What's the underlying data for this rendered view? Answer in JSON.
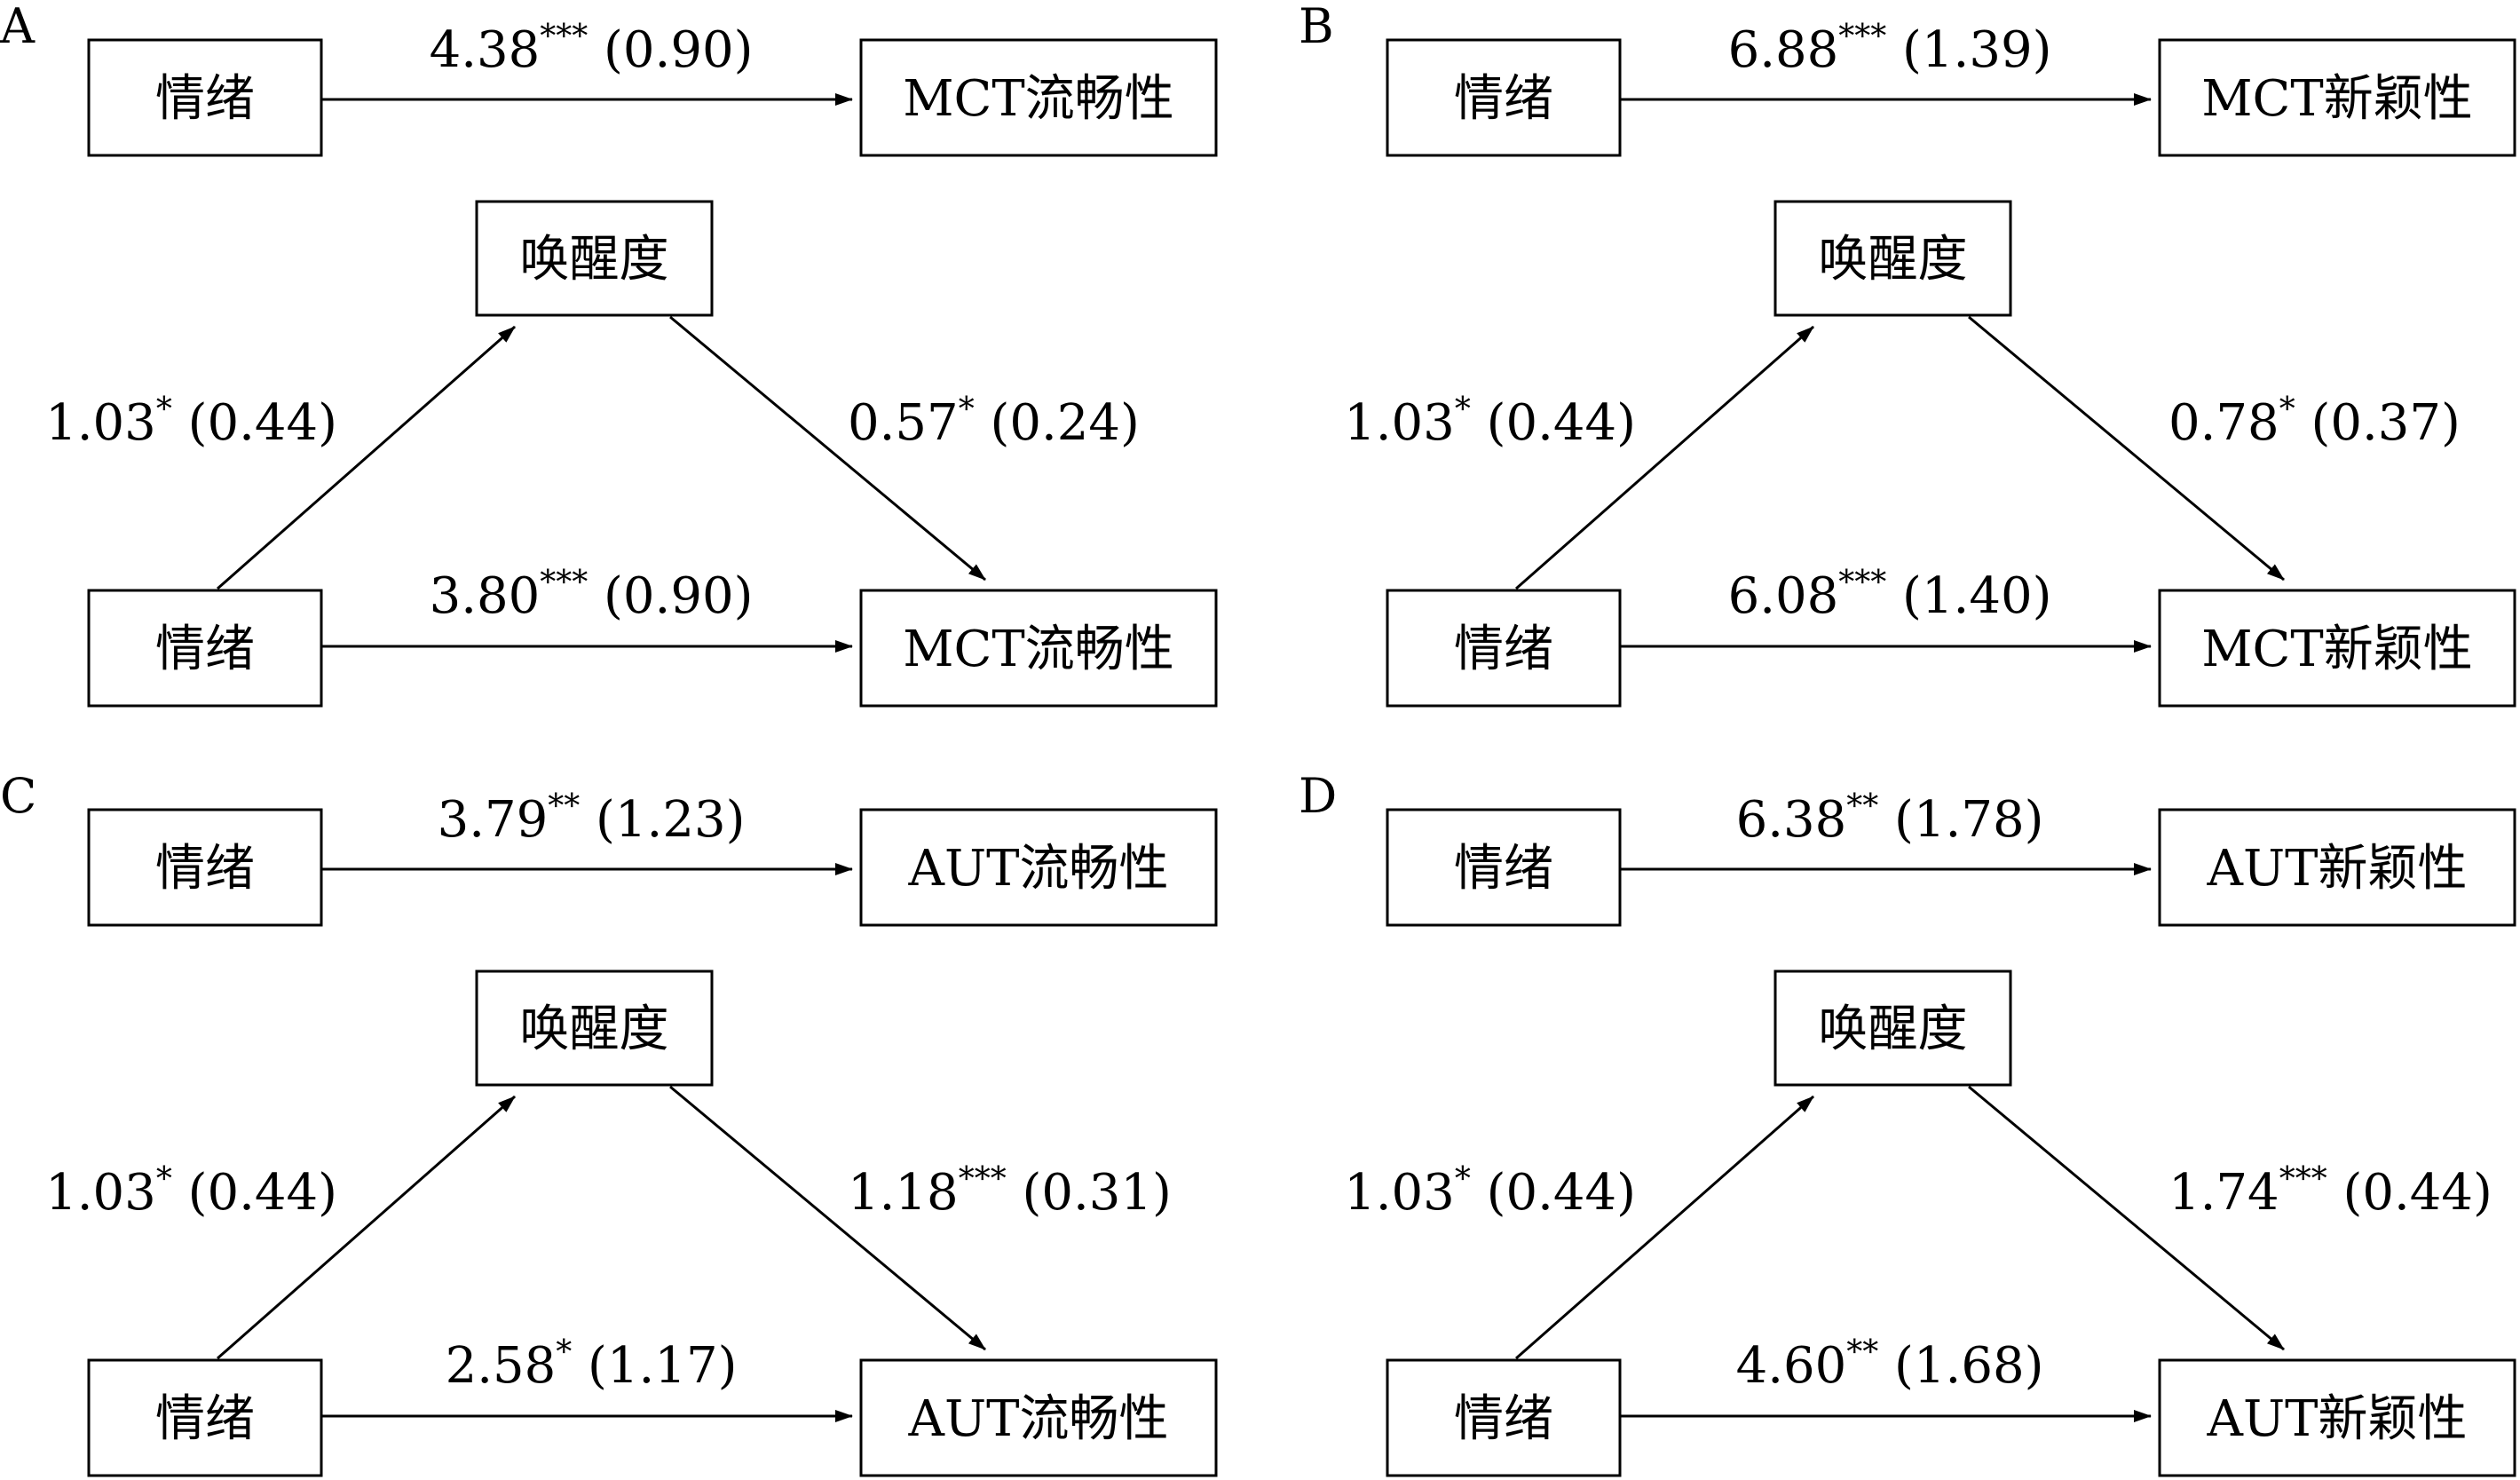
{
  "panels": [
    {
      "label": "A",
      "predictor": "情绪",
      "mediator": "唤醒度",
      "outcome": "MCT流畅性",
      "total": {
        "coef": "4.38",
        "stars": "***",
        "se": "(0.90)"
      },
      "a": {
        "coef": "1.03",
        "stars": "*",
        "se": "(0.44)"
      },
      "b": {
        "coef": "0.57",
        "stars": "*",
        "se": "(0.24)"
      },
      "direct": {
        "coef": "3.80",
        "stars": "***",
        "se": "(0.90)"
      }
    },
    {
      "label": "B",
      "predictor": "情绪",
      "mediator": "唤醒度",
      "outcome": "MCT新颖性",
      "total": {
        "coef": "6.88",
        "stars": "***",
        "se": "(1.39)"
      },
      "a": {
        "coef": "1.03",
        "stars": "*",
        "se": "(0.44)"
      },
      "b": {
        "coef": "0.78",
        "stars": "*",
        "se": "(0.37)"
      },
      "direct": {
        "coef": "6.08",
        "stars": "***",
        "se": "(1.40)"
      }
    },
    {
      "label": "C",
      "predictor": "情绪",
      "mediator": "唤醒度",
      "outcome": "AUT流畅性",
      "total": {
        "coef": "3.79",
        "stars": "**",
        "se": "(1.23)"
      },
      "a": {
        "coef": "1.03",
        "stars": "*",
        "se": "(0.44)"
      },
      "b": {
        "coef": "1.18",
        "stars": "***",
        "se": "(0.31)"
      },
      "direct": {
        "coef": "2.58",
        "stars": "*",
        "se": "(1.17)"
      }
    },
    {
      "label": "D",
      "predictor": "情绪",
      "mediator": "唤醒度",
      "outcome": "AUT新颖性",
      "total": {
        "coef": "6.38",
        "stars": "**",
        "se": "(1.78)"
      },
      "a": {
        "coef": "1.03",
        "stars": "*",
        "se": "(0.44)"
      },
      "b": {
        "coef": "1.74",
        "stars": "***",
        "se": "(0.44)"
      },
      "direct": {
        "coef": "4.60",
        "stars": "**",
        "se": "(1.68)"
      }
    }
  ]
}
